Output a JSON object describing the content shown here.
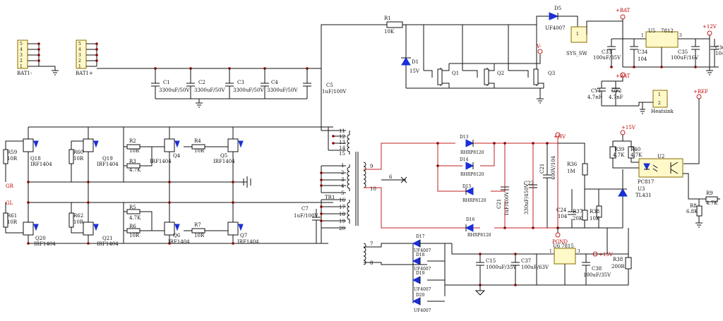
{
  "connectors": [
    {
      "id": "bat-minus",
      "label": "BAT1-",
      "pins": [
        "5",
        "4",
        "3",
        "2",
        "1"
      ]
    },
    {
      "id": "bat-plus",
      "label": "BAT1+",
      "pins": [
        "5",
        "4",
        "3",
        "2",
        "1"
      ]
    }
  ],
  "input_caps": [
    {
      "ref": "C1",
      "value": "3300uF/50V"
    },
    {
      "ref": "C2",
      "value": "3300uF/50V"
    },
    {
      "ref": "C3",
      "value": "3300uF/50V"
    },
    {
      "ref": "C4",
      "value": "3300uF/50V"
    },
    {
      "ref": "C5",
      "value": "1uF/100V"
    }
  ],
  "top_section": {
    "r1": {
      "ref": "R1",
      "value": "10K"
    },
    "d1": {
      "ref": "D1",
      "value": "15V"
    },
    "d5": {
      "ref": "D5",
      "value": "UF4007"
    },
    "q1": "Q1",
    "q2": "Q2",
    "q3": "Q3",
    "vminus": "V-",
    "switch": {
      "label": "SYS_SW",
      "pin": "1"
    },
    "bat": "+BAT",
    "bat2": "+BAT",
    "u5": {
      "ref": "U5",
      "value": "7812",
      "pin1": "1",
      "pin3": "3"
    },
    "plus12": "+12V",
    "c33": {
      "ref": "C33",
      "value": "100uF/35V"
    },
    "c34": {
      "ref": "C34",
      "value": "104"
    },
    "c35": {
      "ref": "C35",
      "value": "100uF/16V"
    },
    "c36": {
      "ref": "C36",
      "value": "104"
    },
    "cy1": {
      "ref": "CY1",
      "value": "4.7nF"
    },
    "cy2": {
      "ref": "CY2",
      "value": "4.7nF"
    },
    "heatsink": {
      "label": "Heatsink",
      "pins": [
        "1",
        "2"
      ]
    },
    "ref": "+REF"
  },
  "bridge": {
    "resistors": [
      {
        "ref": "R59",
        "value": "10R"
      },
      {
        "ref": "R60",
        "value": "10R"
      },
      {
        "ref": "R2",
        "value": "10R"
      },
      {
        "ref": "R3",
        "value": "4.7K"
      },
      {
        "ref": "R4",
        "value": "10R"
      },
      {
        "ref": "R61",
        "value": "10R"
      },
      {
        "ref": "R62",
        "value": "10R"
      },
      {
        "ref": "R5",
        "value": "4.7K"
      },
      {
        "ref": "R6",
        "value": "10R"
      },
      {
        "ref": "R7",
        "value": "10R"
      }
    ],
    "mosfets": [
      {
        "ref": "Q18",
        "value": "IRF1404"
      },
      {
        "ref": "Q19",
        "value": "IRF1404"
      },
      {
        "ref": "Q4",
        "value": "IRF1404"
      },
      {
        "ref": "Q5",
        "value": "IRF1404"
      },
      {
        "ref": "Q20",
        "value": "IRF1404"
      },
      {
        "ref": "Q21",
        "value": "IRF1404"
      },
      {
        "ref": "Q6",
        "value": "IRF1404"
      },
      {
        "ref": "Q7",
        "value": "IRF1404"
      }
    ],
    "net_gr": "GR",
    "net_gl": "GL"
  },
  "transformer": {
    "ref": "TR1",
    "primary_pins": [
      "11",
      "12",
      "13",
      "14",
      "15",
      "1",
      "2",
      "3",
      "4",
      "5",
      "16",
      "17",
      "18",
      "19",
      "20"
    ],
    "secondary_pins": [
      "9",
      "10",
      "7",
      "8"
    ],
    "node6": "6",
    "c7": {
      "ref": "C7",
      "value": "1uF/100V"
    }
  },
  "hv_section": {
    "diodes": [
      {
        "ref": "D13",
        "value": "RHRP8120"
      },
      {
        "ref": "D14",
        "value": "RHRP8120"
      },
      {
        "ref": "D15",
        "value": "RHRP8120"
      },
      {
        "ref": "D16",
        "value": "RHRP8120"
      }
    ],
    "hv": "+HV",
    "c21a": {
      "ref": "C21",
      "value": "1uF/400V"
    },
    "c22": {
      "ref": "C22",
      "value": "330uF/450V"
    },
    "c21b": {
      "ref": "C21",
      "value": "400V/104"
    },
    "r36": {
      "ref": "R36",
      "value": "1M"
    },
    "c24": {
      "ref": "C24",
      "value": "104"
    },
    "r37": {
      "ref": "R37",
      "value": "20K"
    },
    "r38": {
      "ref": "R38",
      "value": "10K"
    },
    "pgnd": "PGND"
  },
  "feedback": {
    "plus15": "+15V",
    "r39": {
      "ref": "R39",
      "value": "4.7K"
    },
    "r40": {
      "ref": "R40",
      "value": "4.7K"
    },
    "u2": "U2",
    "pc817": "PC817",
    "u3": {
      "ref": "U3",
      "value": "TL431"
    },
    "r9": {
      "ref": "R9",
      "value": "4.7K"
    },
    "r8": {
      "ref": "R8",
      "value": "6.8K"
    }
  },
  "aux_supply": {
    "diodes": [
      {
        "ref": "D17",
        "value": "UF4007"
      },
      {
        "ref": "D18",
        "value": "UF4007"
      },
      {
        "ref": "D19",
        "value": "UF4007"
      },
      {
        "ref": "D20",
        "value": "UF4007"
      }
    ],
    "c15": {
      "ref": "C15",
      "value": "1000uF/35V"
    },
    "c37": {
      "ref": "C37",
      "value": "100uF/63V"
    },
    "u6": {
      "ref": "U6",
      "value": "7815",
      "pin1": "1",
      "pin3": "3"
    },
    "out": "+15V",
    "c38": {
      "ref": "C38",
      "value": "100uF/35V"
    },
    "r38": {
      "ref": "R38",
      "value": "200R"
    }
  },
  "colors": {
    "wire": "#111111",
    "hv_wire": "#c02020",
    "junction": "#8b0000",
    "diode": "#1a2fd6",
    "chip": "#fff8c8"
  }
}
